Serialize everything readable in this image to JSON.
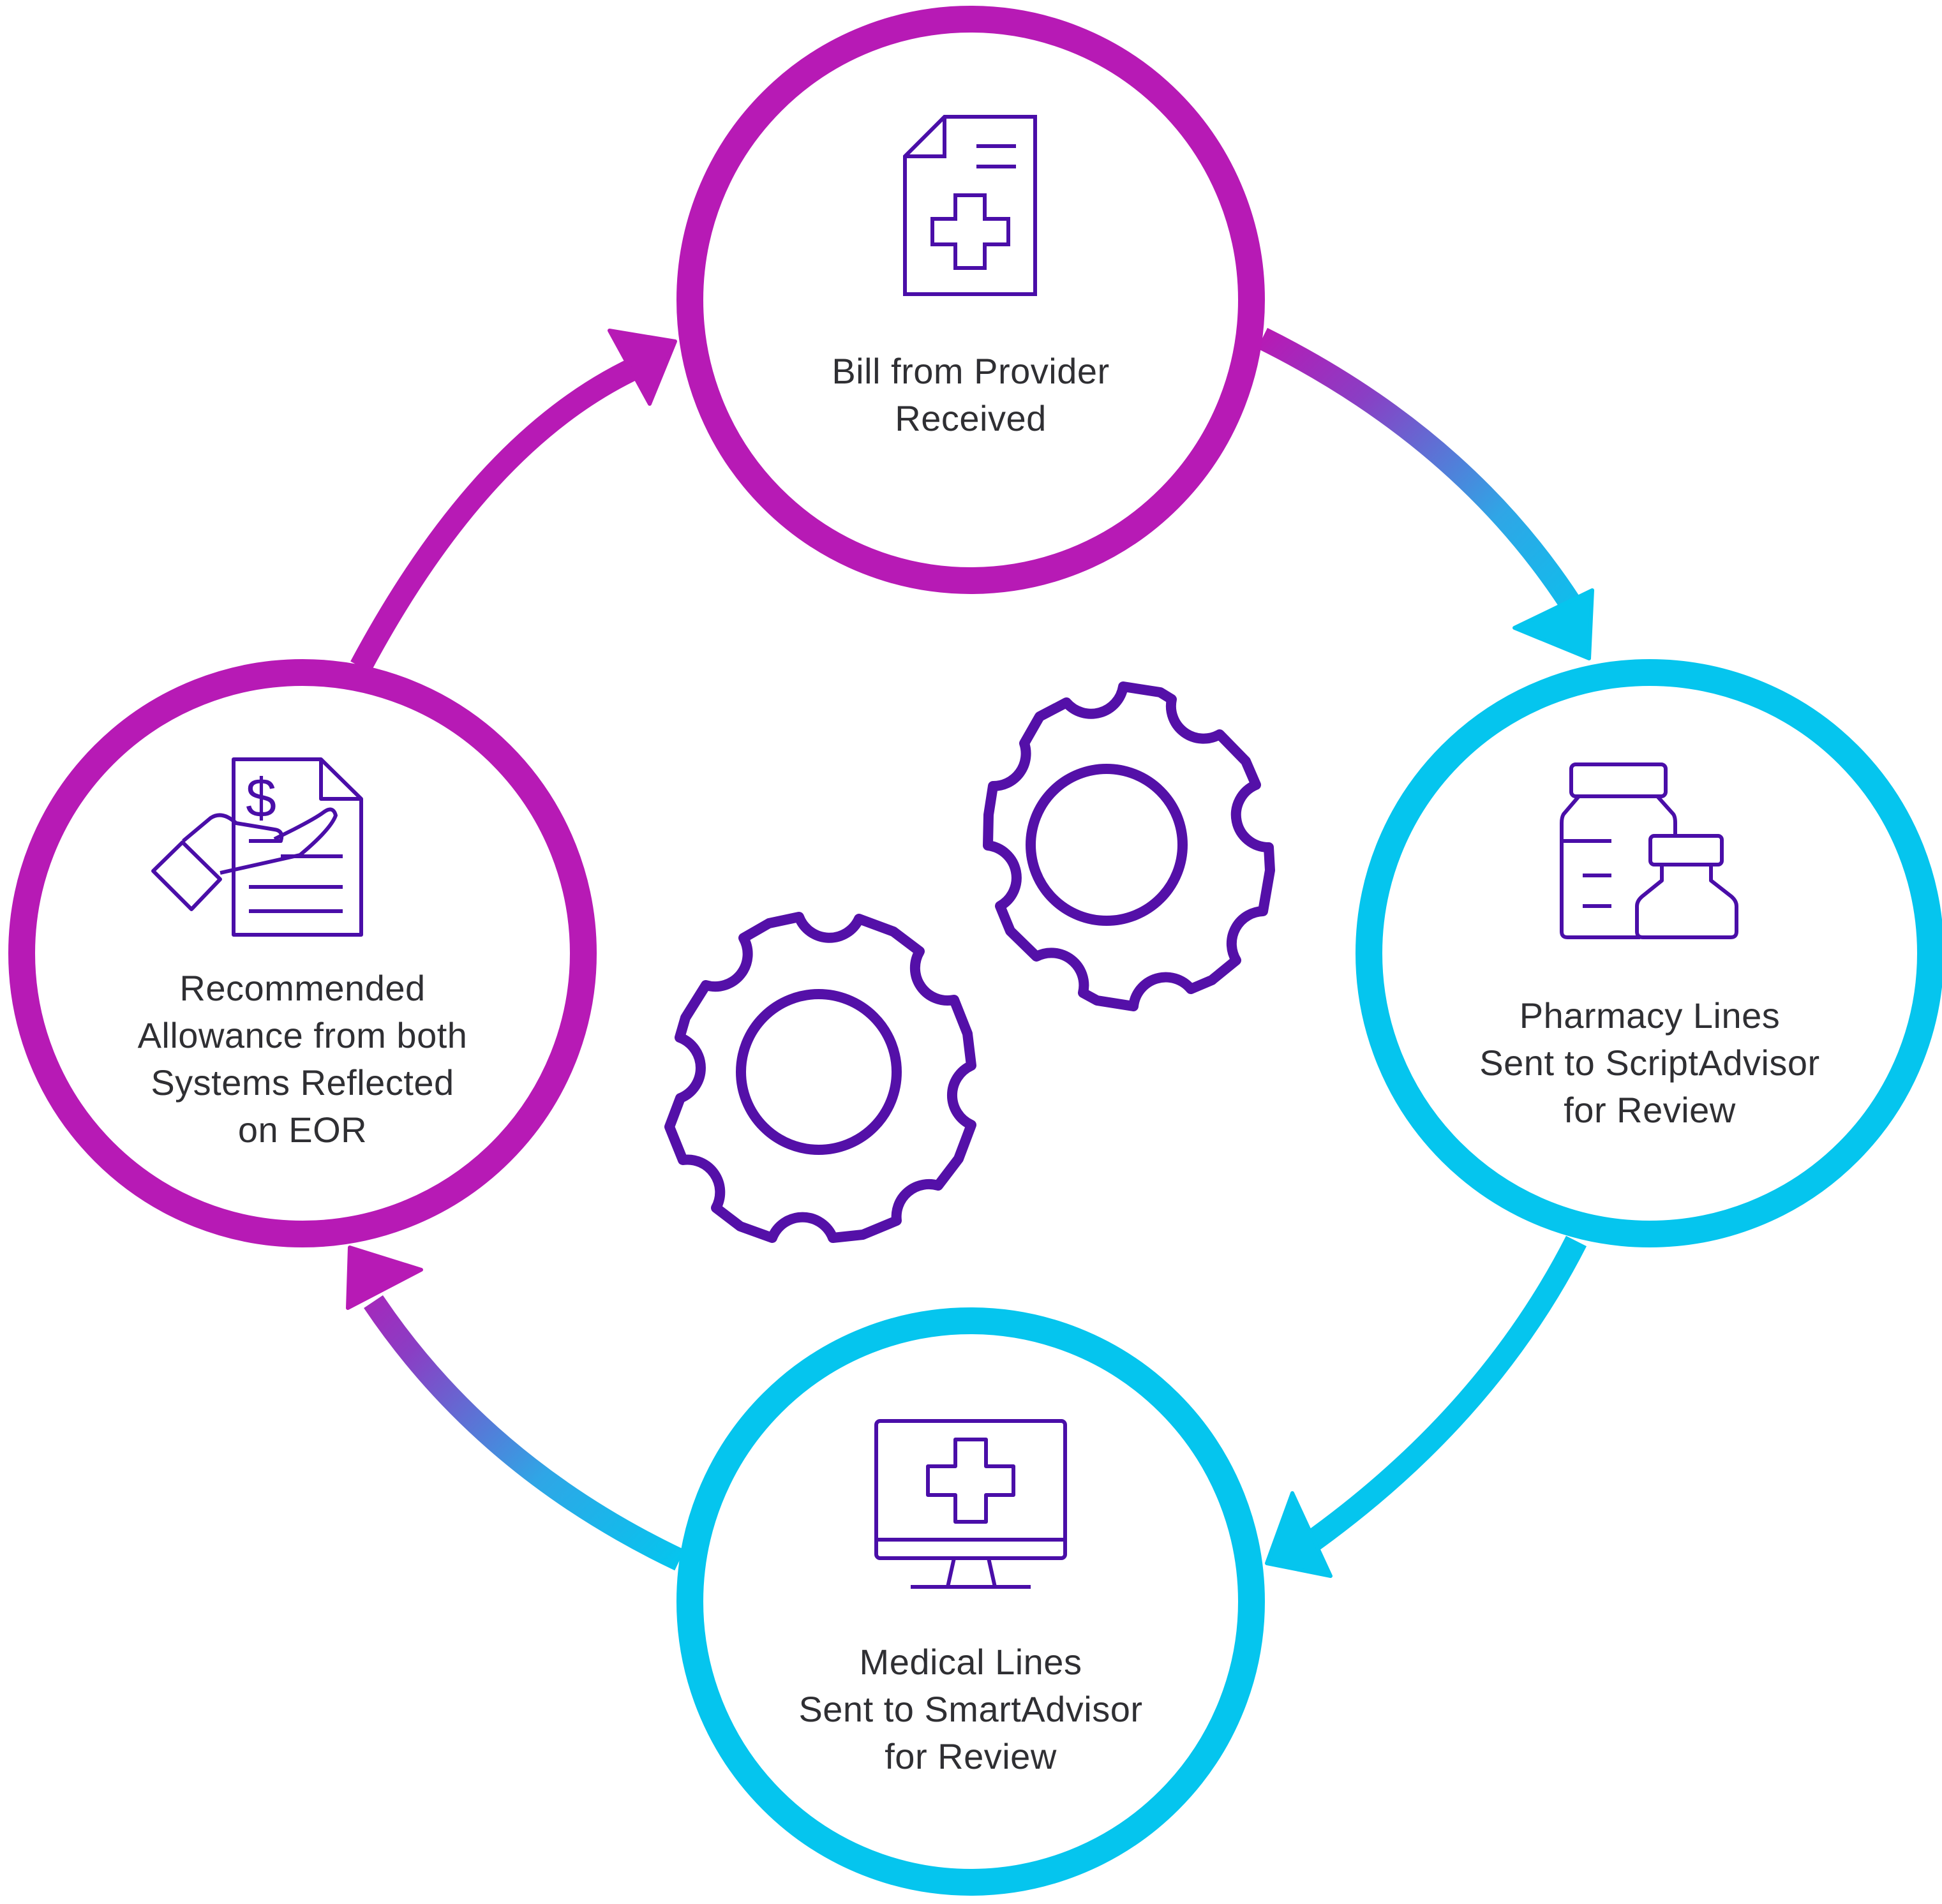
{
  "colors": {
    "magenta": "#b71ab5",
    "cyan": "#05c5ee",
    "icon_purple": "#4a0ea8",
    "gear_purple": "#5410a8",
    "text": "#2f2f33",
    "background": "#ffffff"
  },
  "nodes": [
    {
      "id": "bill-received",
      "icon": "medical-document-icon",
      "ring_color": "magenta",
      "lines": [
        "Bill from Provider",
        "Received"
      ]
    },
    {
      "id": "pharmacy-lines",
      "icon": "medicine-bottles-icon",
      "ring_color": "cyan",
      "lines": [
        "Pharmacy Lines",
        "Sent to ScriptAdvisor",
        "for Review"
      ]
    },
    {
      "id": "medical-lines",
      "icon": "medical-monitor-icon",
      "ring_color": "cyan",
      "lines": [
        "Medical Lines",
        "Sent to SmartAdvisor",
        "for Review"
      ]
    },
    {
      "id": "recommended-allowance",
      "icon": "hand-invoice-dollar-icon",
      "ring_color": "magenta",
      "lines": [
        "Recommended",
        "Allowance from both",
        "Systems Reflected",
        "on EOR"
      ]
    }
  ],
  "flow": [
    {
      "from": "bill-received",
      "to": "pharmacy-lines"
    },
    {
      "from": "pharmacy-lines",
      "to": "medical-lines"
    },
    {
      "from": "medical-lines",
      "to": "recommended-allowance"
    },
    {
      "from": "recommended-allowance",
      "to": "bill-received"
    }
  ],
  "center_icon": "gears-icon"
}
